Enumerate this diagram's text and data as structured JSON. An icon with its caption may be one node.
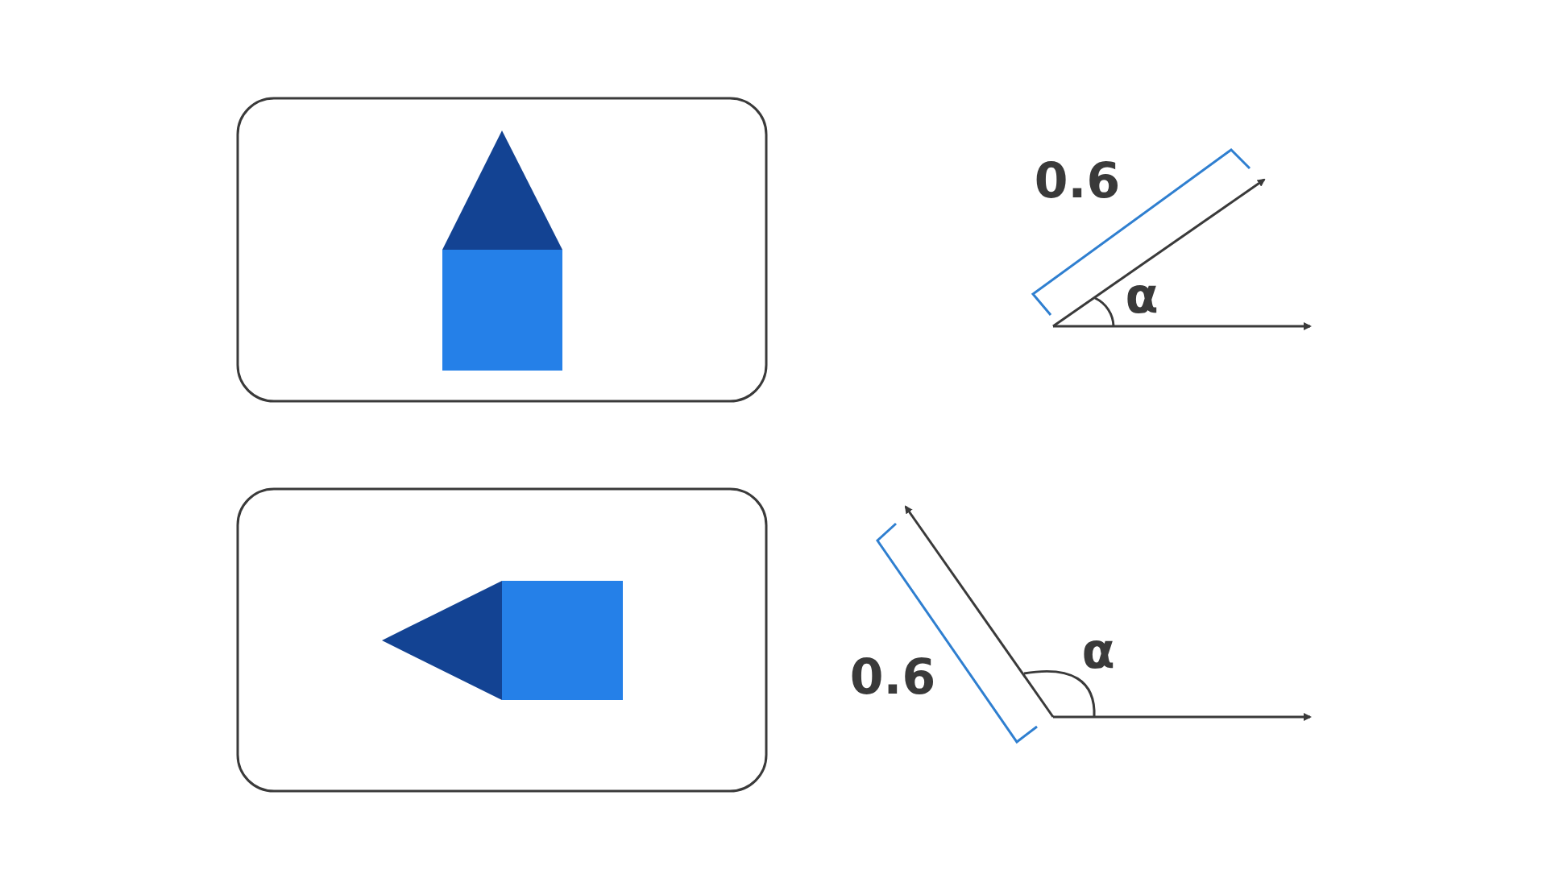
{
  "diagram": {
    "labels": [
      "0.6",
      "α",
      "α",
      "0.6"
    ]
  }
}
